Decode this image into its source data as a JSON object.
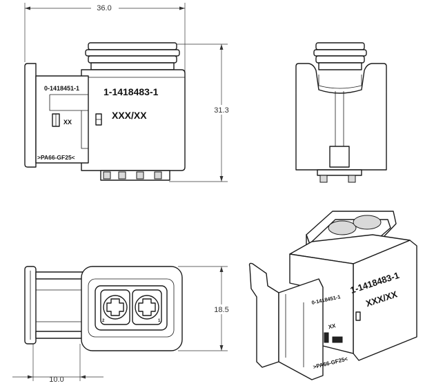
{
  "dimensions": {
    "width_top": "36.0",
    "height_side": "31.3",
    "height_bottom": "18.5",
    "width_bottom": "10.0"
  },
  "markings": {
    "part_number": "1-1418483-1",
    "date_code": "XXX/XX",
    "sub_part_number": "0-1418451-1",
    "cavity_code": "XX",
    "material": ">PA66-GF25<",
    "pin_1": "1",
    "pin_2": "2"
  }
}
